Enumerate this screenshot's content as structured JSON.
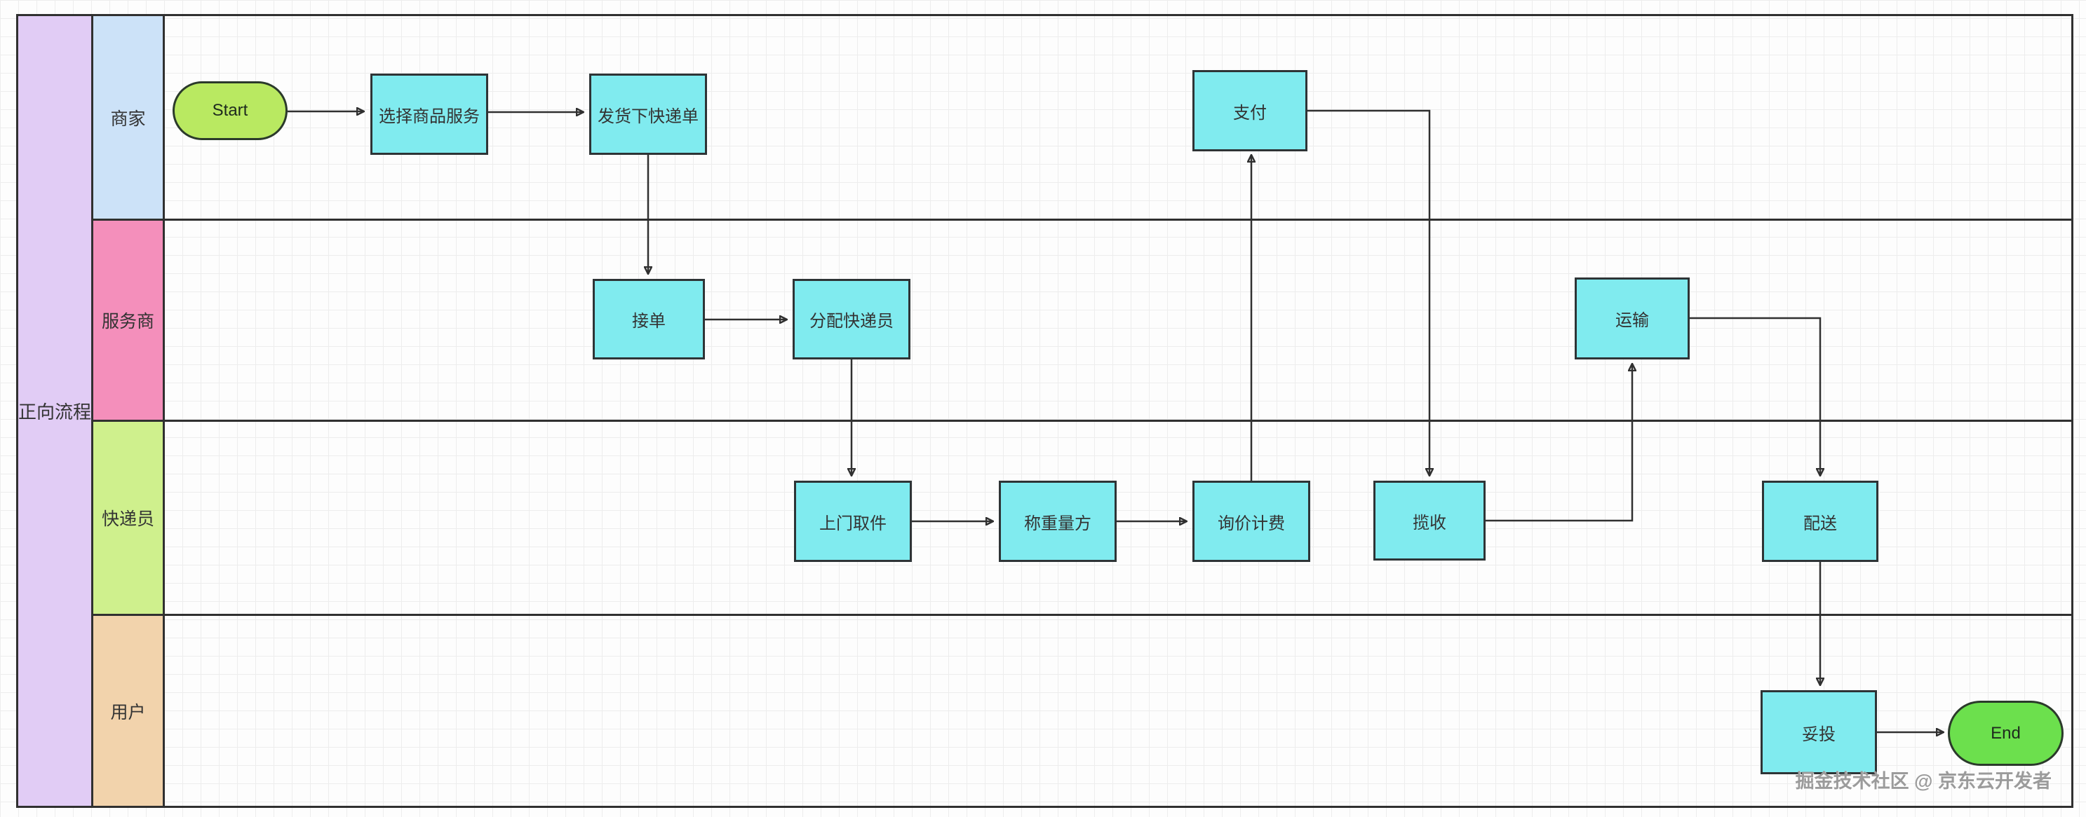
{
  "pool": {
    "title": "正向流程"
  },
  "lanes": [
    {
      "id": "merchant",
      "label": "商家",
      "color": "#cce2f8"
    },
    {
      "id": "service-provider",
      "label": "服务商",
      "color": "#f48fbb"
    },
    {
      "id": "courier",
      "label": "快递员",
      "color": "#cff08d"
    },
    {
      "id": "user",
      "label": "用户",
      "color": "#f2d3ac"
    }
  ],
  "nodes": {
    "start": {
      "label": "Start",
      "type": "terminator",
      "lane": "merchant"
    },
    "select_goods": {
      "label": "选择商品服务",
      "type": "process",
      "lane": "merchant"
    },
    "create_waybill": {
      "label": "发货下快递单",
      "type": "process",
      "lane": "merchant"
    },
    "pay": {
      "label": "支付",
      "type": "process",
      "lane": "merchant"
    },
    "accept_order": {
      "label": "接单",
      "type": "process",
      "lane": "service-provider"
    },
    "assign_courier": {
      "label": "分配快递员",
      "type": "process",
      "lane": "service-provider"
    },
    "transport": {
      "label": "运输",
      "type": "process",
      "lane": "service-provider"
    },
    "pickup": {
      "label": "上门取件",
      "type": "process",
      "lane": "courier"
    },
    "weigh_measure": {
      "label": "称重量方",
      "type": "process",
      "lane": "courier"
    },
    "quote_billing": {
      "label": "询价计费",
      "type": "process",
      "lane": "courier"
    },
    "collect": {
      "label": "揽收",
      "type": "process",
      "lane": "courier"
    },
    "deliver": {
      "label": "配送",
      "type": "process",
      "lane": "courier"
    },
    "delivered": {
      "label": "妥投",
      "type": "process",
      "lane": "user"
    },
    "end": {
      "label": "End",
      "type": "terminator",
      "lane": "user"
    }
  },
  "edges": [
    {
      "from": "start",
      "to": "select_goods"
    },
    {
      "from": "select_goods",
      "to": "create_waybill"
    },
    {
      "from": "create_waybill",
      "to": "accept_order"
    },
    {
      "from": "accept_order",
      "to": "assign_courier"
    },
    {
      "from": "assign_courier",
      "to": "pickup"
    },
    {
      "from": "pickup",
      "to": "weigh_measure"
    },
    {
      "from": "weigh_measure",
      "to": "quote_billing"
    },
    {
      "from": "quote_billing",
      "to": "pay"
    },
    {
      "from": "pay",
      "to": "collect"
    },
    {
      "from": "collect",
      "to": "transport"
    },
    {
      "from": "transport",
      "to": "deliver"
    },
    {
      "from": "deliver",
      "to": "delivered"
    },
    {
      "from": "delivered",
      "to": "end"
    }
  ],
  "watermark": {
    "text": "掘金技术社区 @ 京东云开发者"
  },
  "colors": {
    "node_fill": "#80ebef",
    "node_border": "#2e3436",
    "start_fill": "#b9e961",
    "end_fill": "#6ce04d",
    "pool_title_fill": "#e1ccf5",
    "lane_merchant": "#cce2f8",
    "lane_service_provider": "#f48fbb",
    "lane_courier": "#cff08d",
    "lane_user": "#f2d3ac",
    "edge": "#303030",
    "watermark": "#9b9b9b"
  }
}
